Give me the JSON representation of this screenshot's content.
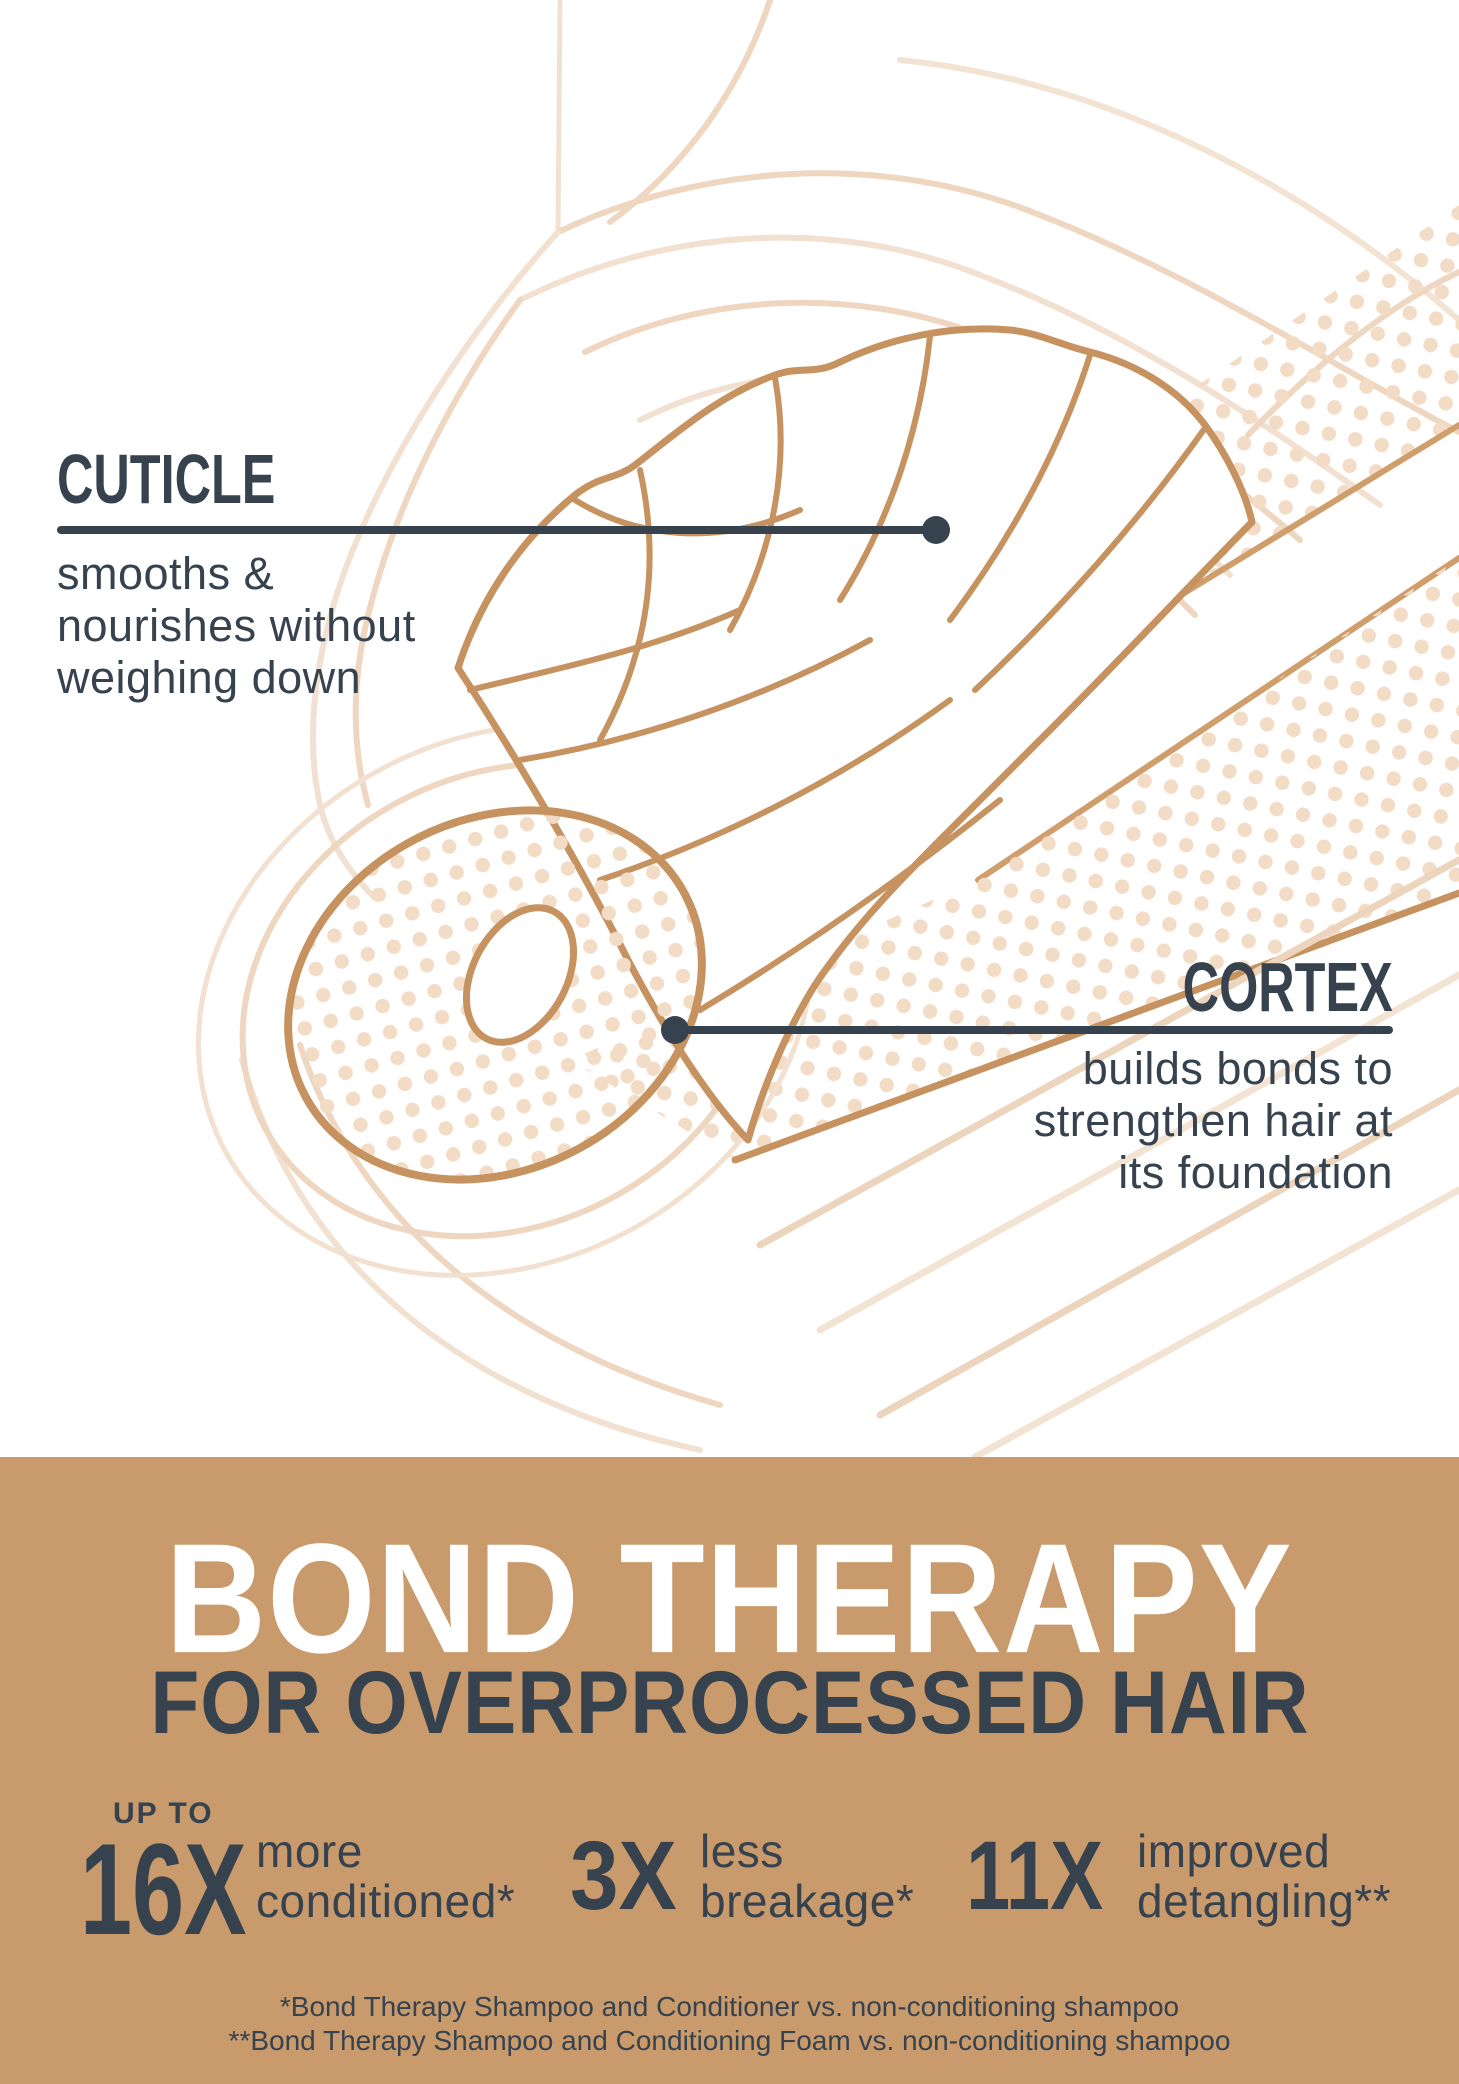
{
  "colors": {
    "accent_tan": "#c99b6c",
    "ink_slate": "#36424e",
    "scale_outline_tan": "#c6925f",
    "outer_layer_line": "#eed6c0",
    "dot_fill": "#f3dcc6",
    "title_white": "#ffffff"
  },
  "diagram": {
    "cuticle": {
      "title": "CUTICLE",
      "lines": [
        "smooths &",
        "nourishes without",
        "weighing down"
      ]
    },
    "cortex": {
      "title": "CORTEX",
      "lines": [
        "builds bonds to",
        "strengthen hair at",
        "its foundation"
      ]
    }
  },
  "banner": {
    "title": "BOND THERAPY",
    "subtitle": "FOR OVERPROCESSED HAIR",
    "stats": [
      {
        "prefix": "UP TO",
        "value": "16X",
        "label_lines": [
          "more",
          "conditioned*"
        ]
      },
      {
        "value": "3X",
        "label_lines": [
          "less",
          "breakage*"
        ]
      },
      {
        "value": "11X",
        "label_lines": [
          "improved",
          "detangling**"
        ]
      }
    ],
    "footnotes": [
      "*Bond Therapy Shampoo and Conditioner vs. non-conditioning shampoo",
      "**Bond Therapy Shampoo and Conditioning Foam vs. non-conditioning shampoo"
    ]
  }
}
